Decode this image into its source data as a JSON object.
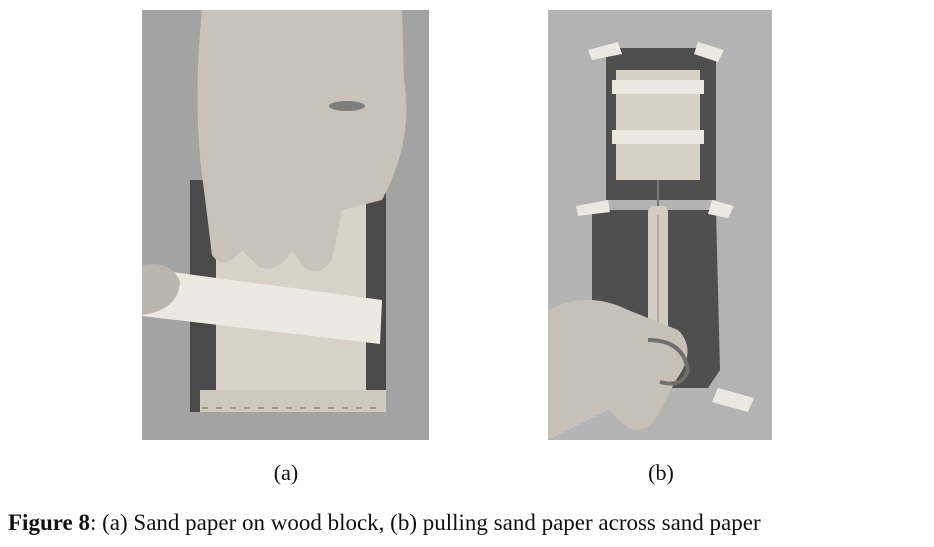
{
  "figure": {
    "panel_a_label": "(a)",
    "panel_b_label": "(b)",
    "caption_prefix": "Figure 8",
    "caption_text": ":  (a) Sand paper on wood block, (b) pulling sand paper across sand paper"
  },
  "colors": {
    "sandpaper": "#4a4a4a",
    "wood": "#d8d2c8",
    "tape": "#ece9e2",
    "skin": "#c9c2ba",
    "background_a": "#a3a3a3",
    "background_b": "#b3b3b3"
  }
}
